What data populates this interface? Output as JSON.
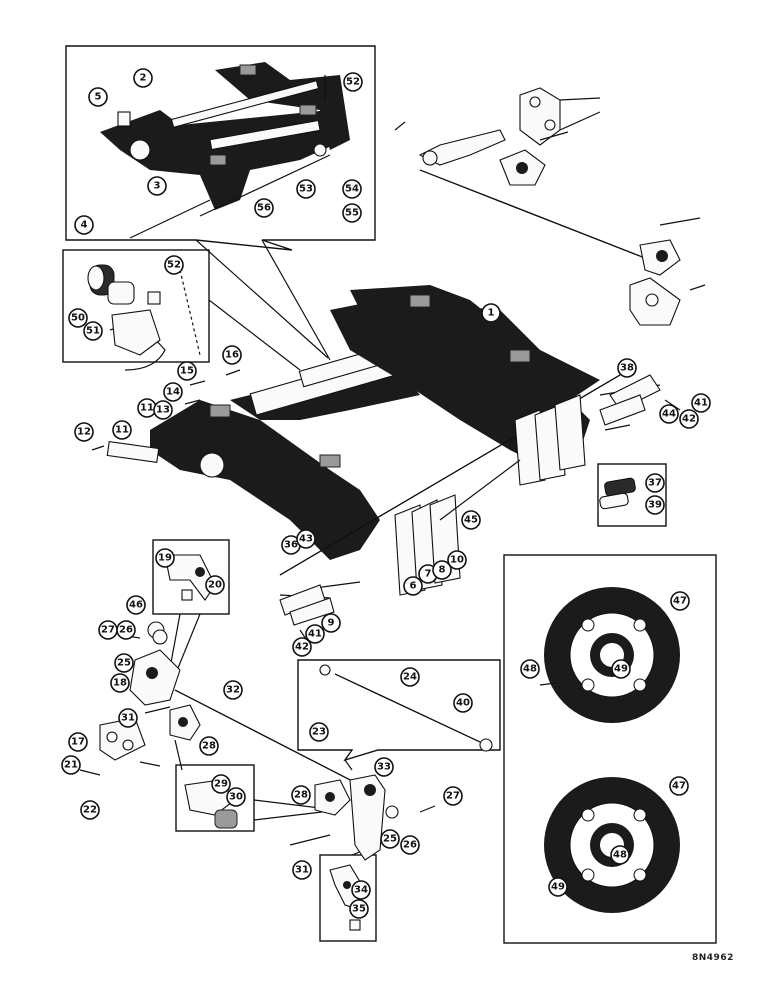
{
  "figure": {
    "reference_code": "8N4962",
    "callouts": [
      "1",
      "2",
      "3",
      "4",
      "5",
      "6",
      "7",
      "8",
      "9",
      "10",
      "11",
      "12",
      "13",
      "14",
      "15",
      "16",
      "17",
      "18",
      "19",
      "20",
      "21",
      "22",
      "23",
      "24",
      "25",
      "26",
      "27",
      "28",
      "29",
      "30",
      "31",
      "32",
      "33",
      "34",
      "35",
      "36",
      "37",
      "38",
      "39",
      "40",
      "41",
      "42",
      "43",
      "44",
      "45",
      "46",
      "47",
      "48",
      "49",
      "50",
      "51",
      "52",
      "53",
      "54",
      "55",
      "56"
    ]
  }
}
